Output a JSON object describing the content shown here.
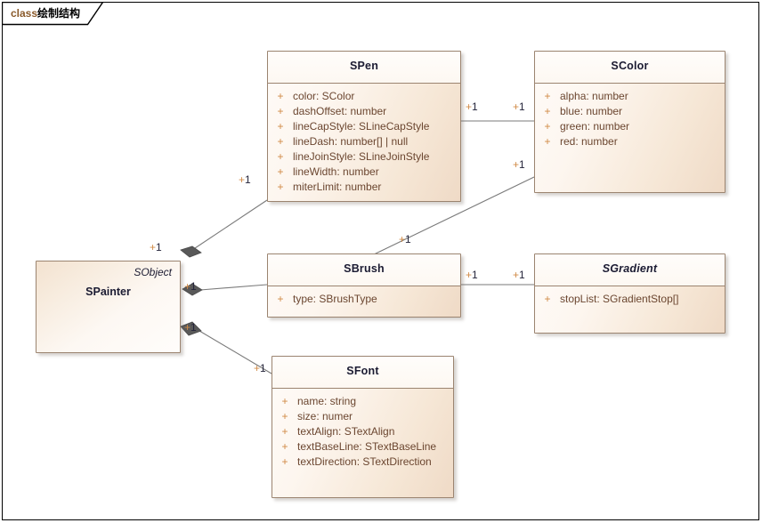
{
  "diagram": {
    "frame_keyword": "class",
    "frame_name": "绘制结构",
    "colors": {
      "box_border": "#9b8470",
      "box_fill_light": "#fffdfb",
      "box_fill_dark": "#efdac6",
      "attribute_text": "#6b4630",
      "visibility_marker": "#d08a45",
      "title_text": "#1b1b32",
      "connector": "#7a7a7a",
      "diamond_fill": "#595959"
    }
  },
  "classes": [
    {
      "id": "spen",
      "name": "SPen",
      "abstract": false,
      "stereotype": "",
      "attributes": [
        {
          "visibility": "+",
          "signature": "color: SColor"
        },
        {
          "visibility": "+",
          "signature": "dashOffset: number"
        },
        {
          "visibility": "+",
          "signature": "lineCapStyle: SLineCapStyle"
        },
        {
          "visibility": "+",
          "signature": "lineDash: number[] | null"
        },
        {
          "visibility": "+",
          "signature": "lineJoinStyle: SLineJoinStyle"
        },
        {
          "visibility": "+",
          "signature": "lineWidth: number"
        },
        {
          "visibility": "+",
          "signature": "miterLimit: number"
        }
      ]
    },
    {
      "id": "scolor",
      "name": "SColor",
      "abstract": false,
      "stereotype": "",
      "attributes": [
        {
          "visibility": "+",
          "signature": "alpha: number"
        },
        {
          "visibility": "+",
          "signature": "blue: number"
        },
        {
          "visibility": "+",
          "signature": "green: number"
        },
        {
          "visibility": "+",
          "signature": "red: number"
        }
      ]
    },
    {
      "id": "spainter",
      "name": "SPainter",
      "abstract": false,
      "stereotype": "SObject",
      "attributes": []
    },
    {
      "id": "sbrush",
      "name": "SBrush",
      "abstract": false,
      "stereotype": "",
      "attributes": [
        {
          "visibility": "+",
          "signature": "type: SBrushType"
        }
      ]
    },
    {
      "id": "sgradient",
      "name": "SGradient",
      "abstract": true,
      "stereotype": "",
      "attributes": [
        {
          "visibility": "+",
          "signature": "stopList: SGradientStop[]"
        }
      ]
    },
    {
      "id": "sfont",
      "name": "SFont",
      "abstract": false,
      "stereotype": "",
      "attributes": [
        {
          "visibility": "+",
          "signature": "name: string"
        },
        {
          "visibility": "+",
          "signature": "size: numer"
        },
        {
          "visibility": "+",
          "signature": "textAlign: STextAlign"
        },
        {
          "visibility": "+",
          "signature": "textBaseLine: STextBaseLine"
        },
        {
          "visibility": "+",
          "signature": "textDirection: STextDirection"
        }
      ]
    }
  ],
  "associations": [
    {
      "id": "spainter-spen",
      "from": "spainter",
      "to": "spen",
      "type": "composition",
      "source_multiplicity": "+1",
      "target_multiplicity": "+1"
    },
    {
      "id": "spainter-sbrush",
      "from": "spainter",
      "to": "sbrush",
      "type": "composition",
      "source_multiplicity": "+1",
      "target_multiplicity": "+1"
    },
    {
      "id": "spainter-sfont",
      "from": "spainter",
      "to": "sfont",
      "type": "composition",
      "source_multiplicity": "+1",
      "target_multiplicity": "+1"
    },
    {
      "id": "spen-scolor",
      "from": "spen",
      "to": "scolor",
      "type": "association",
      "source_multiplicity": "+1",
      "target_multiplicity": "+1"
    },
    {
      "id": "sbrush-scolor",
      "from": "sbrush",
      "to": "scolor",
      "type": "association",
      "source_multiplicity": "+1",
      "target_multiplicity": "+1"
    },
    {
      "id": "sbrush-sgradient",
      "from": "sbrush",
      "to": "sgradient",
      "type": "association",
      "source_multiplicity": "+1",
      "target_multiplicity": "+1"
    }
  ],
  "multiplicity_labels": {
    "spen_left": "+1",
    "spen_right": "+1",
    "scolor_left_top": "+1",
    "scolor_left_bottom": "+1",
    "spainter_top": "+1",
    "spainter_mid": "+1",
    "spainter_bottom": "+1",
    "sbrush_left": "+1",
    "sbrush_right": "+1",
    "sbrush_up": "+1",
    "sgradient_left": "+1",
    "sfont_left": "+1"
  }
}
